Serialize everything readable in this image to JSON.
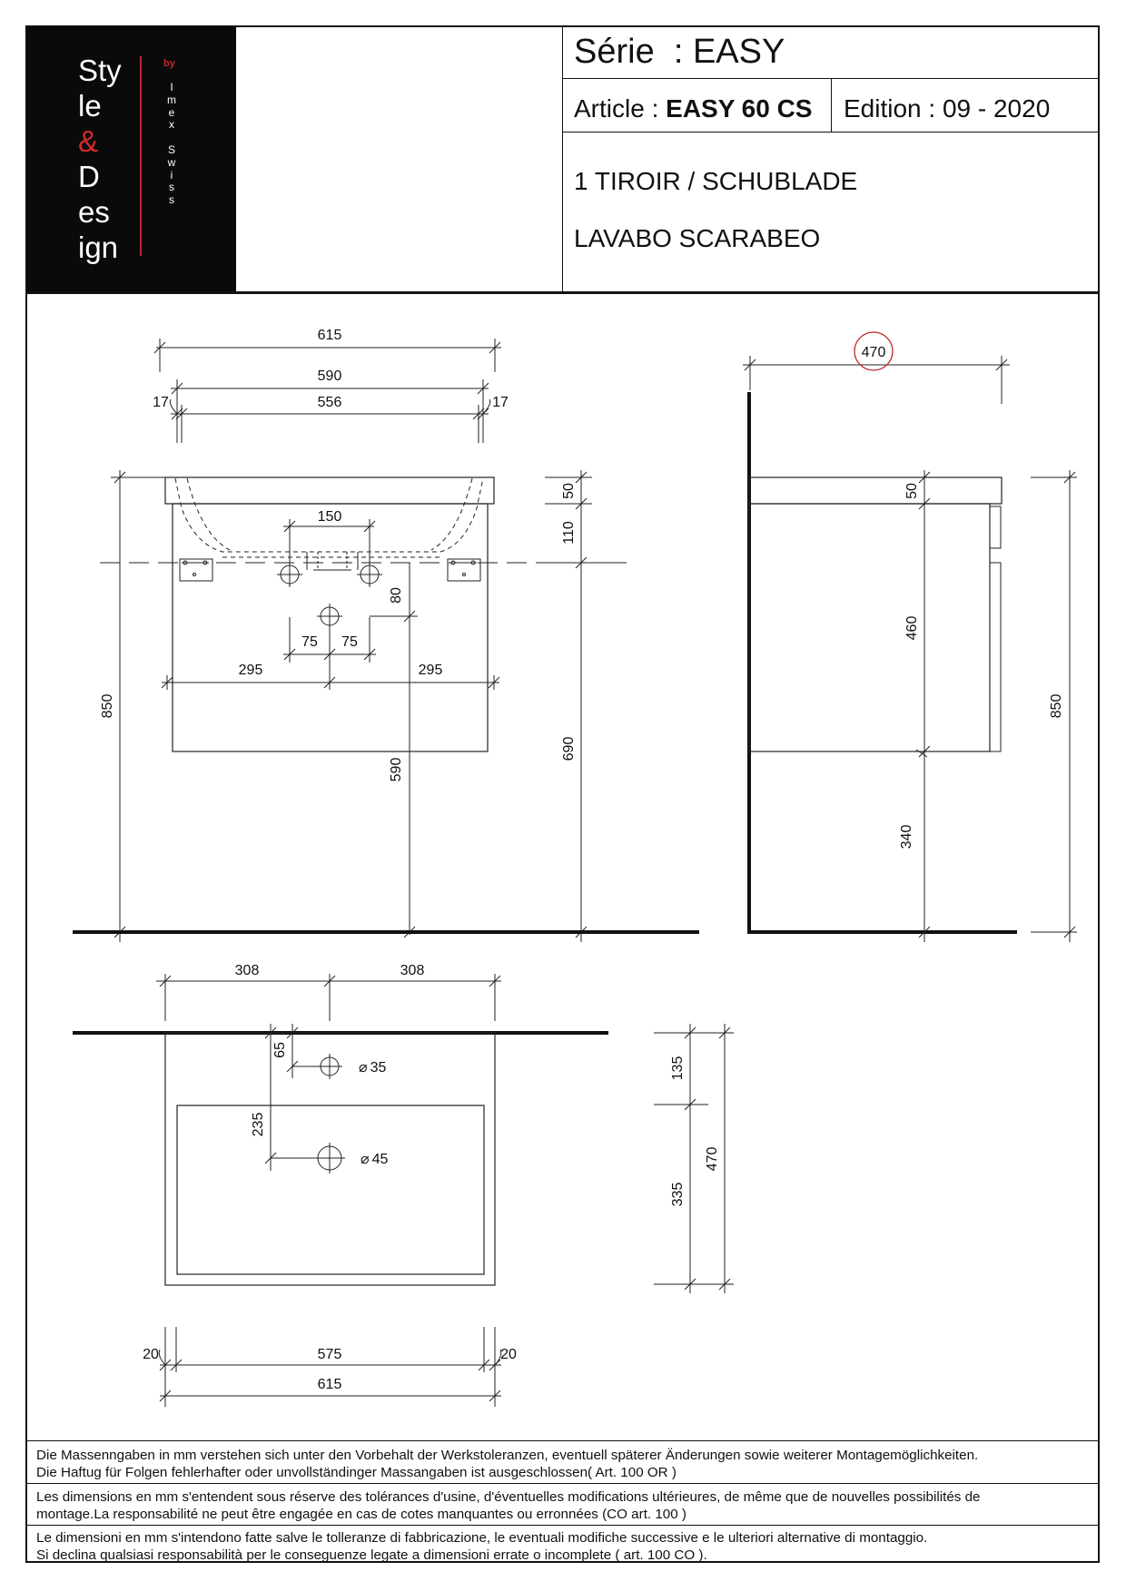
{
  "logo": {
    "letters": [
      "Sty",
      "le",
      "&",
      "D",
      "es",
      "ign"
    ],
    "by": "by",
    "vertical": [
      "I",
      "m",
      "e",
      "x",
      " ",
      "S",
      "w",
      "i",
      "s",
      "s"
    ],
    "accent_color": "#c0262a"
  },
  "title_block": {
    "series_label": "Série",
    "series_value": ": EASY",
    "article_label": "Article :",
    "article_value": "EASY 60 CS",
    "edition_label": "Edition :",
    "edition_value": "09 - 2020",
    "description_line1": "1 TIROIR / SCHUBLADE",
    "description_line2": "LAVABO  SCARABEO"
  },
  "dimensions": {
    "front": {
      "overall_width": "615",
      "inner_width": "590",
      "body_width": "556",
      "side_left": "17",
      "side_right": "17",
      "tap_spacing": "150",
      "drain_left": "75",
      "drain_right": "75",
      "drain_drop": "80",
      "half_left": "295",
      "half_right": "295",
      "total_height": "850",
      "drain_height": "590",
      "top_thickness": "50",
      "basin_depth": "110",
      "basin_to_floor": "690"
    },
    "side": {
      "depth": "470",
      "top_thickness": "50",
      "cabinet_height": "460",
      "floor_gap": "340",
      "total_height": "850"
    },
    "top": {
      "half_left": "308",
      "half_right": "308",
      "tap_hole_offset": "65",
      "tap_hole_diameter": "35",
      "drain_offset": "235",
      "drain_diameter": "45",
      "back_to_basin": "135",
      "basin_depth": "335",
      "total_depth": "470"
    },
    "bottom": {
      "side_left": "20",
      "inner_width": "575",
      "side_right": "20",
      "overall_width": "615"
    }
  },
  "diameter_symbol": "⌀",
  "notes": [
    {
      "line1": "Die Massenngaben in mm verstehen sich unter den Vorbehalt der Werkstoleranzen, eventuell späterer Änderungen sowie weiterer Montagemöglichkeiten.",
      "line2": "Die Haftug für Folgen fehlerhafter oder unvollständinger Massangaben ist ausgeschlossen( Art. 100 OR )"
    },
    {
      "line1": "Les dimensions en mm s'entendent sous réserve des tolérances d'usine, d'éventuelles modifications ultérieures, de même que de nouvelles possibilités de",
      "line2": "montage.La responsabilité ne peut être engagée en cas de cotes manquantes ou erronnées (CO art. 100 )"
    },
    {
      "line1": "Le dimensioni en mm s'intendono fatte salve le tolleranze di fabbricazione, le eventuali modifiche successive e le ulteriori alternative di montaggio.",
      "line2": "Si declina qualsiasi responsabilità per le conseguenze legate a dimensioni errate o incomplete ( art. 100 CO )."
    }
  ]
}
